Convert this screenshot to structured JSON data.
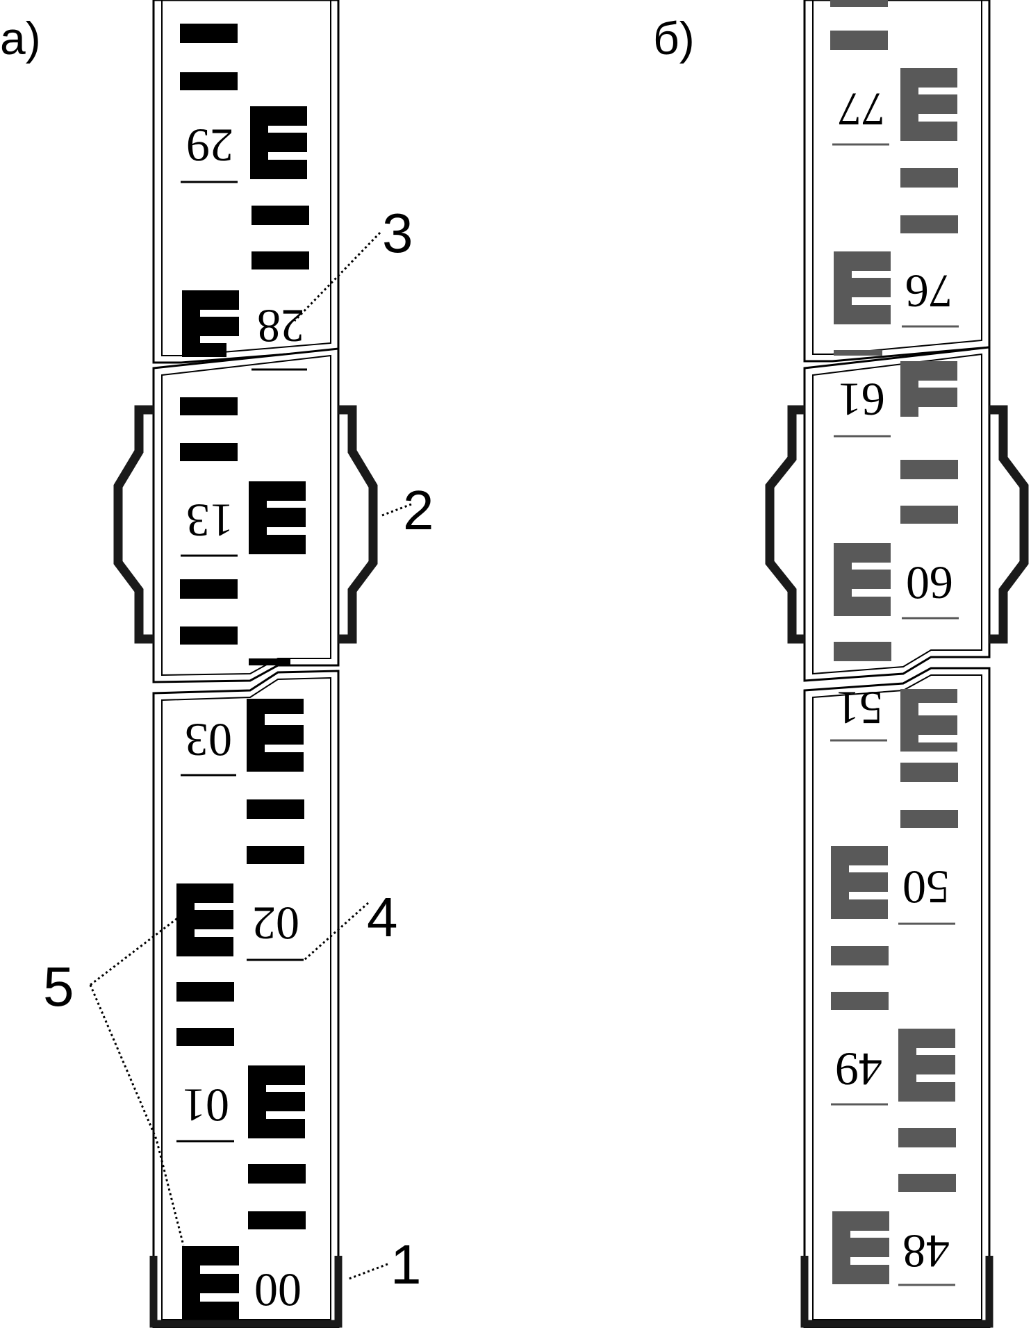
{
  "panels": [
    {
      "label": "а)",
      "color": "#000000",
      "numbers": [
        "29",
        "28",
        "13",
        "03",
        "02",
        "01",
        "00"
      ]
    },
    {
      "label": "б)",
      "color": "#595959",
      "numbers": [
        "77",
        "76",
        "61",
        "60",
        "51",
        "50",
        "49",
        "48"
      ]
    }
  ],
  "callouts": [
    "1",
    "2",
    "3",
    "4",
    "5"
  ]
}
